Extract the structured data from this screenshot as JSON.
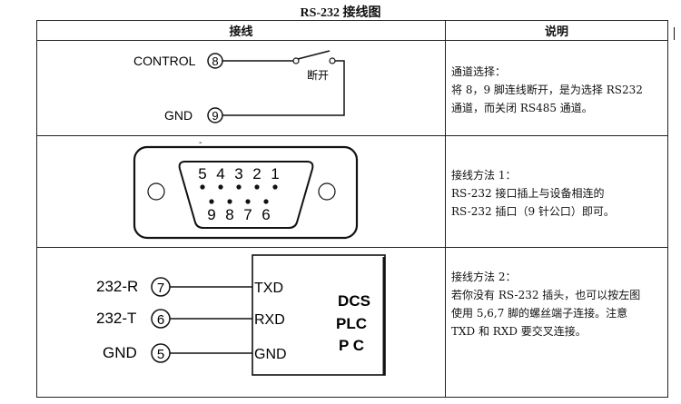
{
  "title": "RS-232 接线图",
  "headers": {
    "wiring": "接线",
    "description": "说明"
  },
  "row1": {
    "pin_top_label": "CONTROL",
    "pin_top_num": "8",
    "pin_bottom_label": "GND",
    "pin_bottom_num": "9",
    "switch_label": "断开",
    "lines": [
      "通道选择：",
      "将 8，9 脚连线断开，是为选择 RS232",
      "通道，而关闭 RS485 通道。"
    ]
  },
  "row2": {
    "top_pins": [
      "5",
      "4",
      "3",
      "2",
      "1"
    ],
    "bottom_pins": [
      "9",
      "8",
      "7",
      "6"
    ],
    "lines": [
      "接线方法 1：",
      "RS-232 接口插上与设备相连的",
      "RS-232 插口（9 针公口）即可。"
    ]
  },
  "row3": {
    "pins": [
      {
        "label": "232-R",
        "num": "7",
        "target": "TXD"
      },
      {
        "label": "232-T",
        "num": "6",
        "target": "RXD"
      },
      {
        "label": "GND",
        "num": "5",
        "target": "GND"
      }
    ],
    "device_lines": [
      "DCS",
      "PLC",
      "P C"
    ],
    "lines": [
      "接线方法 2：",
      "若你没有 RS-232 插头，也可以按左图",
      "使用 5,6,7 脚的螺丝端子连接。注意",
      "TXD 和 RXD 要交叉连接。"
    ]
  }
}
